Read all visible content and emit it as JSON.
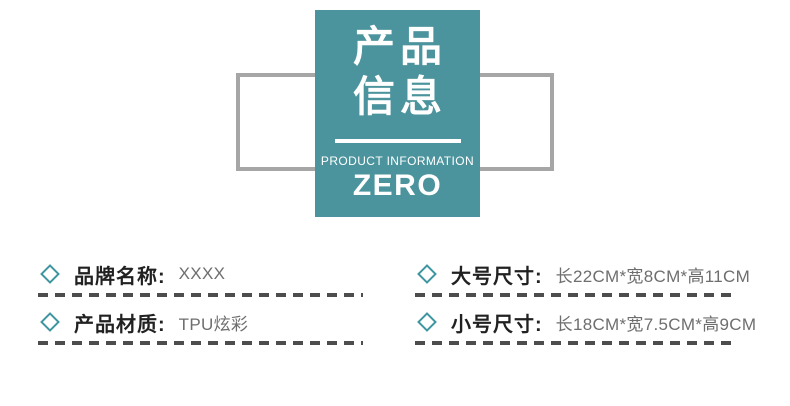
{
  "badge": {
    "title_line1": "产品",
    "title_line2": "信息",
    "subtitle": "PRODUCT INFORMATION",
    "brand": "ZERO"
  },
  "specs": {
    "items": [
      {
        "label": "品牌名称:",
        "value": "XXXX"
      },
      {
        "label": "产品材质:",
        "value": "TPU炫彩"
      },
      {
        "label": "大号尺寸:",
        "value": "长22CM*宽8CM*高11CM"
      },
      {
        "label": "小号尺寸:",
        "value": "长18CM*宽7.5CM*高9CM"
      }
    ]
  },
  "icons": {
    "bullet": "diamond-icon"
  },
  "colors": {
    "badge-teal": "#4B949D",
    "icon-teal": "#3D96A0",
    "frame-gray": "#A6A6A6",
    "dash-gray": "#4D4D4D",
    "label-black": "#212121",
    "value-gray": "#6E6E6E"
  }
}
